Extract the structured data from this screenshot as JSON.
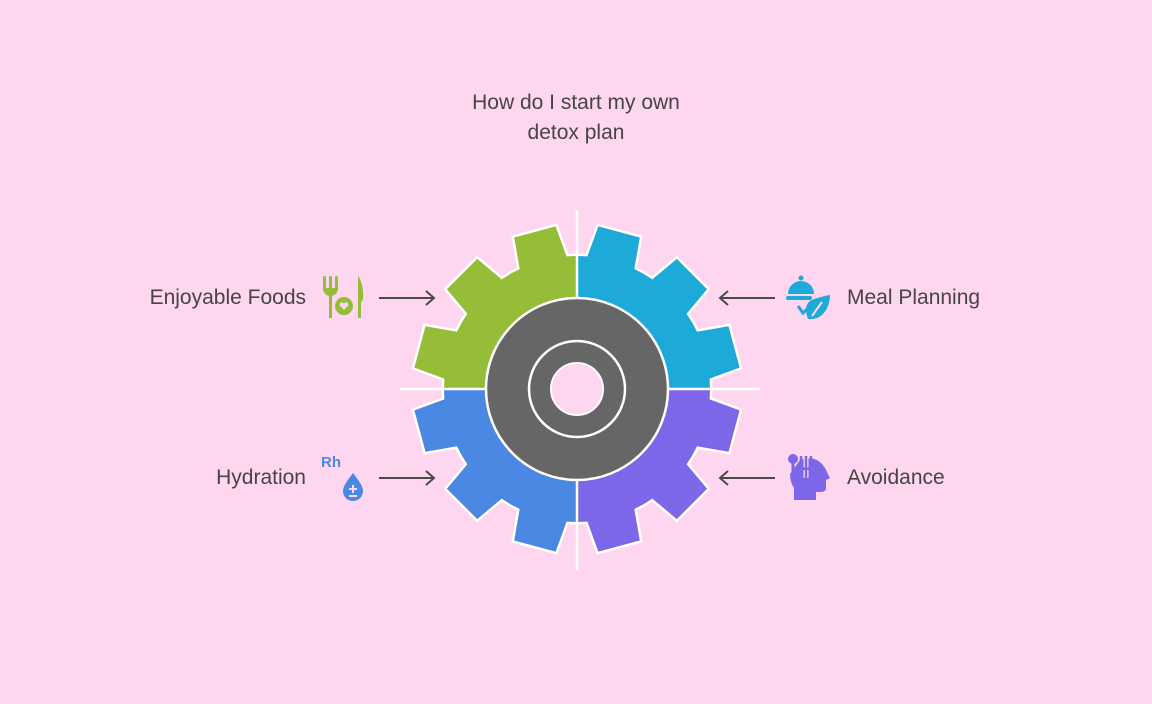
{
  "title": {
    "line1": "How do I start my own",
    "line2": "detox plan"
  },
  "items": [
    {
      "label": "Enjoyable Foods",
      "icon": "fork-knife-heart-icon",
      "color": "#95bd38"
    },
    {
      "label": "Meal Planning",
      "icon": "cloche-leaf-icon",
      "color": "#1eaad8"
    },
    {
      "label": "Hydration",
      "icon": "rh-drop-icon",
      "color": "#4b88e3",
      "icon_text": "Rh"
    },
    {
      "label": "Avoidance",
      "icon": "head-utensils-icon",
      "color": "#7d66e8"
    }
  ],
  "gear": {
    "hub_color": "#666666"
  }
}
